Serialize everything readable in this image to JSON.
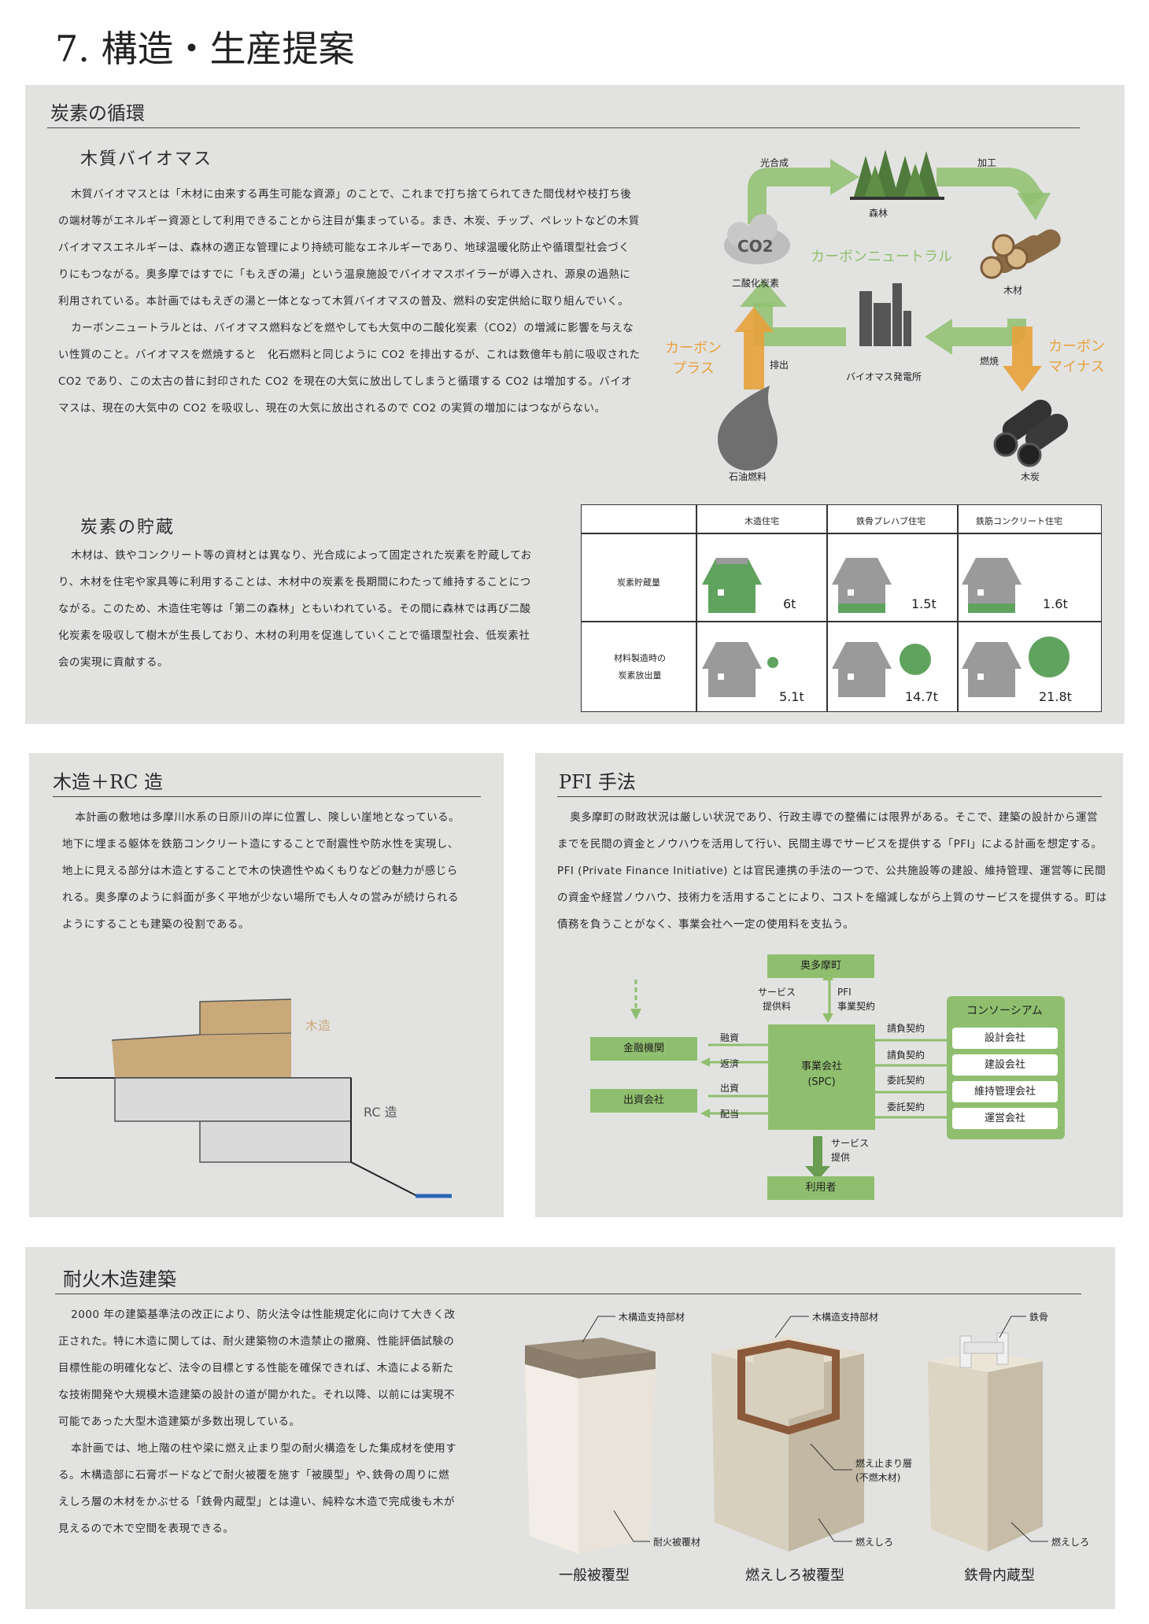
{
  "page_title": "7. 構造・生産提案",
  "carbon": {
    "title": "炭素の循環",
    "biomass_title": "木質バイオマス",
    "biomass_paragraphs": [
      "木質バイオマスとは「木材に由来する再生可能な資源」のことで、これまで打ち捨てられてきた間伐材や枝打ち後の端材等がエネルギー資源として利用できることから注目が集まっている。まき、木炭、チップ、ペレットなどの木質バイオマスエネルギーは、森林の適正な管理により持続可能なエネルギーであり、地球温暖化防止や循環型社会づくりにもつながる。奥多摩ではすでに「もえぎの湯」という温泉施設でバイオマスボイラーが導入され、源泉の過熱に利用されている。本計画ではもえぎの湯と一体となって木質バイオマスの普及、燃料の安定供給に取り組んでいく。",
      "カーボンニュートラルとは、バイオマス燃料などを燃やしても大気中の二酸化炭素（CO2）の増減に影響を与えない性質のこと。バイオマスを燃焼すると　化石燃料と同じように CO2 を排出するが、これは数億年も前に吸収された CO2 であり、この太古の昔に封印された CO2 を現在の大気に放出してしまうと循環する CO2 は増加する。バイオマスは、現在の大気中の CO2 を吸収し、現在の大気に放出されるので CO2 の実質の増加にはつながらない。"
    ],
    "cycle": {
      "photosynthesis": "光合成",
      "forest": "森林",
      "processing": "加工",
      "co2_text": "CO2",
      "co2": "二酸化炭素",
      "neutral": "カーボンニュートラル",
      "wood": "木材",
      "plus": "カーボン\nプラス",
      "minus": "カーボン\nマイナス",
      "emission": "排出",
      "plant": "バイオマス発電所",
      "burn": "燃焼",
      "oil": "石油燃料",
      "charcoal": "木炭",
      "green": "#8fbf6e",
      "orange": "#e8a13c"
    },
    "storage_title": "炭素の貯蔵",
    "storage_text": "木材は、鉄やコンクリート等の資材とは異なり、光合成によって固定された炭素を貯蔵しており、木材を住宅や家具等に利用することは、木材中の炭素を長期間にわたって維持することにつながる。このため、木造住宅等は「第二の森林」ともいわれている。その間に森林では再び二酸化炭素を吸収して樹木が生長しており、木材の利用を促進していくことで循環型社会、低炭素社会の実現に貢献する。",
    "table": {
      "headers": [
        "木造住宅",
        "鉄骨プレハブ住宅",
        "鉄筋コンクリート住宅"
      ],
      "row1_label": "炭素貯蔵量",
      "row1_values": [
        "6t",
        "1.5t",
        "1.6t"
      ],
      "row2_label": "材料製造時の\n炭素放出量",
      "row2_values": [
        "5.1t",
        "14.7t",
        "21.8t"
      ]
    }
  },
  "rc": {
    "title": "木造＋RC 造",
    "text": "本計画の敷地は多摩川水系の日原川の岸に位置し、険しい崖地となっている。地下に埋まる躯体を鉄筋コンクリート造にすることで耐震性や防水性を実現し、地上に見える部分は木造とすることで木の快適性やぬくもりなどの魅力が感じられる。奥多摩のように斜面が多く平地が少ない場所でも人々の営みが続けられるようにすることも建築の役割である。",
    "wood_label": "木造",
    "rc_label": "RC 造"
  },
  "pfi": {
    "title": "PFI 手法",
    "text": "奥多摩町の財政状況は厳しい状況であり、行政主導での整備には限界がある。そこで、建築の設計から運営までを民間の資金とノウハウを活用して行い、民間主導でサービスを提供する「PFI」による計画を想定する。PFI (Private Finance Initiative) とは官民連携の手法の一つで、公共施設等の建設、維持管理、運営等に民間の資金や経営ノウハウ、技術力を活用することにより、コストを縮減しながら上質のサービスを提供する。町は債務を負うことがなく、事業会社へ一定の使用料を支払う。",
    "diagram": {
      "town": "奥多摩町",
      "fee": "サービス\n提供料",
      "contract": "PFI\n事業契約",
      "bank": "金融機関",
      "finance": "融資",
      "repay": "返済",
      "investor": "出資会社",
      "invest": "出資",
      "dividend": "配当",
      "spc": "事業会社\n(SPC)",
      "consortium": "コンソーシアム",
      "c_contracts": [
        "請負契約",
        "請負契約",
        "委託契約",
        "委託契約"
      ],
      "c_members": [
        "設計会社",
        "建設会社",
        "維持管理会社",
        "運営会社"
      ],
      "service": "サービス\n提供",
      "user": "利用者"
    }
  },
  "fire": {
    "title": "耐火木造建築",
    "paragraphs": [
      "2000 年の建築基準法の改正により、防火法令は性能規定化に向けて大きく改正された。特に木造に関しては、耐火建築物の木造禁止の撤廃、性能評価試験の目標性能の明確化など、法令の目標とする性能を確保できれば、木造による新たな技術開発や大規模木造建築の設計の道が開かれた。それ以降、以前には実現不可能であった大型木造建築が多数出現している。",
      "本計画では、地上階の柱や梁に燃え止まり型の耐火構造をした集成材を使用する。木構造部に石膏ボードなどで耐火被覆を施す「被膜型」や､鉄骨の周りに燃えしろ層の木材をかぶせる「鉄骨内蔵型」とは違い、純粋な木造で完成後も木が見えるので木で空間を表現できる。"
    ],
    "col1": {
      "top": "木構造支持部材",
      "bottom": "耐火被覆材",
      "name": "一般被覆型"
    },
    "col2": {
      "top": "木構造支持部材",
      "mid": "燃え止まり層\n(不燃木材)",
      "bottom": "燃えしろ",
      "name": "燃えしろ被覆型"
    },
    "col3": {
      "top": "鉄骨",
      "bottom": "燃えしろ",
      "name": "鉄骨内蔵型"
    }
  }
}
